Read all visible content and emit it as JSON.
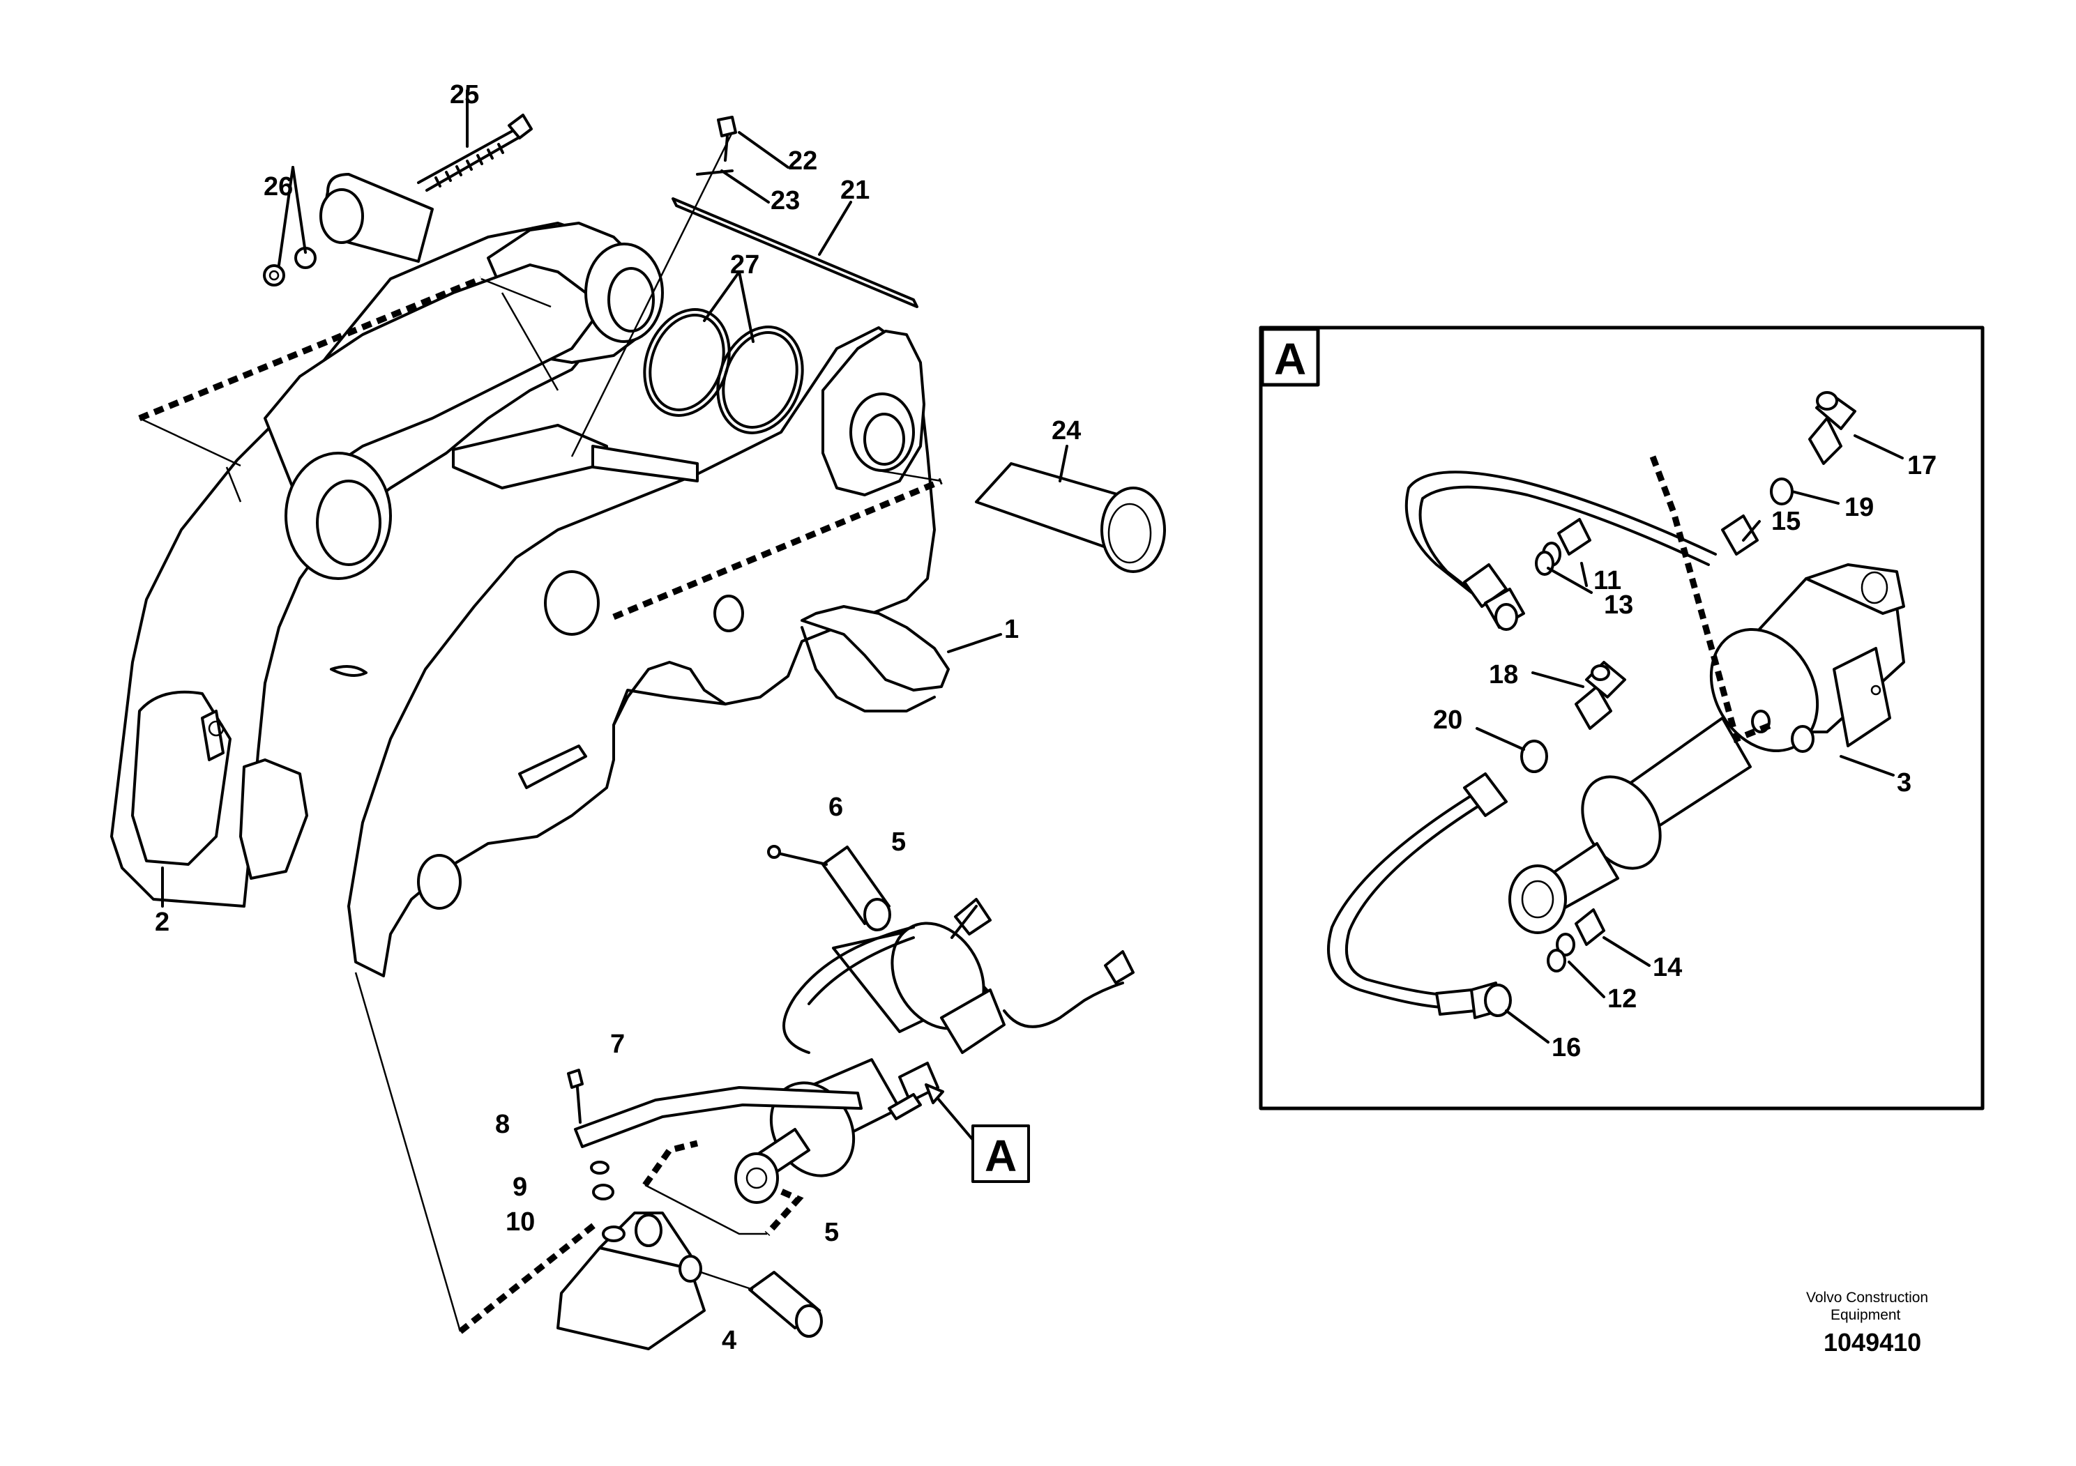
{
  "part_labels": {
    "p1": "1",
    "p2": "2",
    "p3": "3",
    "p4": "4",
    "p5a": "5",
    "p5b": "5",
    "p6": "6",
    "p7": "7",
    "p8": "8",
    "p9": "9",
    "p10": "10",
    "p11": "11",
    "p12": "12",
    "p13": "13",
    "p14": "14",
    "p15": "15",
    "p16": "16",
    "p17": "17",
    "p18": "18",
    "p19": "19",
    "p20": "20",
    "p21": "21",
    "p22": "22",
    "p23": "23",
    "p24": "24",
    "p25": "25",
    "p26": "26",
    "p27": "27"
  },
  "detail_callout": "A",
  "detail_view_label": "A",
  "footer": {
    "company_line1": "Volvo Construction",
    "company_line2": "Equipment",
    "drawing_number": "1049410"
  }
}
